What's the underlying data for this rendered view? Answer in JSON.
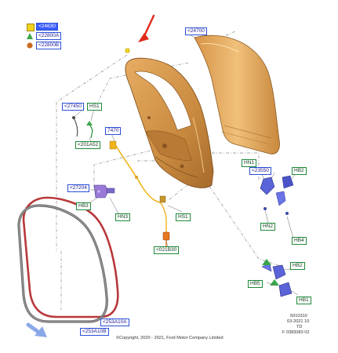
{
  "legend": [
    {
      "shape": "square",
      "color": "#f2d31a",
      "code": "<24630"
    },
    {
      "shape": "triangle",
      "color": "#3aa64a",
      "code": "<22800A"
    },
    {
      "shape": "circle",
      "color": "#c86b1e",
      "code": "<22800B"
    }
  ],
  "callouts": {
    "c24700": "<24700",
    "c27450": "<27450",
    "hs1_top": "HS1",
    "c7470": "7470",
    "c201a52": "<201A52",
    "c27204": "<27204",
    "hb3": "HB3",
    "hn3": "HN3",
    "hs1_bottom": "HS1",
    "c021b30": "<021B30",
    "hn1": "HN1",
    "c23550": "<23550",
    "hb2_top": "HB2",
    "hn2": "HN2",
    "hb4": "HB4",
    "hb2_bottom": "HB2",
    "hb5": "HB5",
    "hb1": "HB1",
    "c253a10a": "<253A10A",
    "c253a10b": "<253A10B"
  },
  "footer": {
    "copyright": "©Copyright, 2020 - 2021, Ford Motor Company Limited",
    "ref1": "5010310",
    "ref2": "03-2021 10",
    "ref3": "TD",
    "ref4": "F 0383083 02"
  },
  "colors": {
    "door": "#d99a4a",
    "door_dark": "#9a6428",
    "skin": "#e8b06a",
    "seal_red": "#b8383a",
    "seal_grey": "#6c6c6c",
    "arrow": "#e02a1a",
    "hinge": "#5a63d8",
    "harness": "#f0b419",
    "leader": "#7a7a7a"
  }
}
